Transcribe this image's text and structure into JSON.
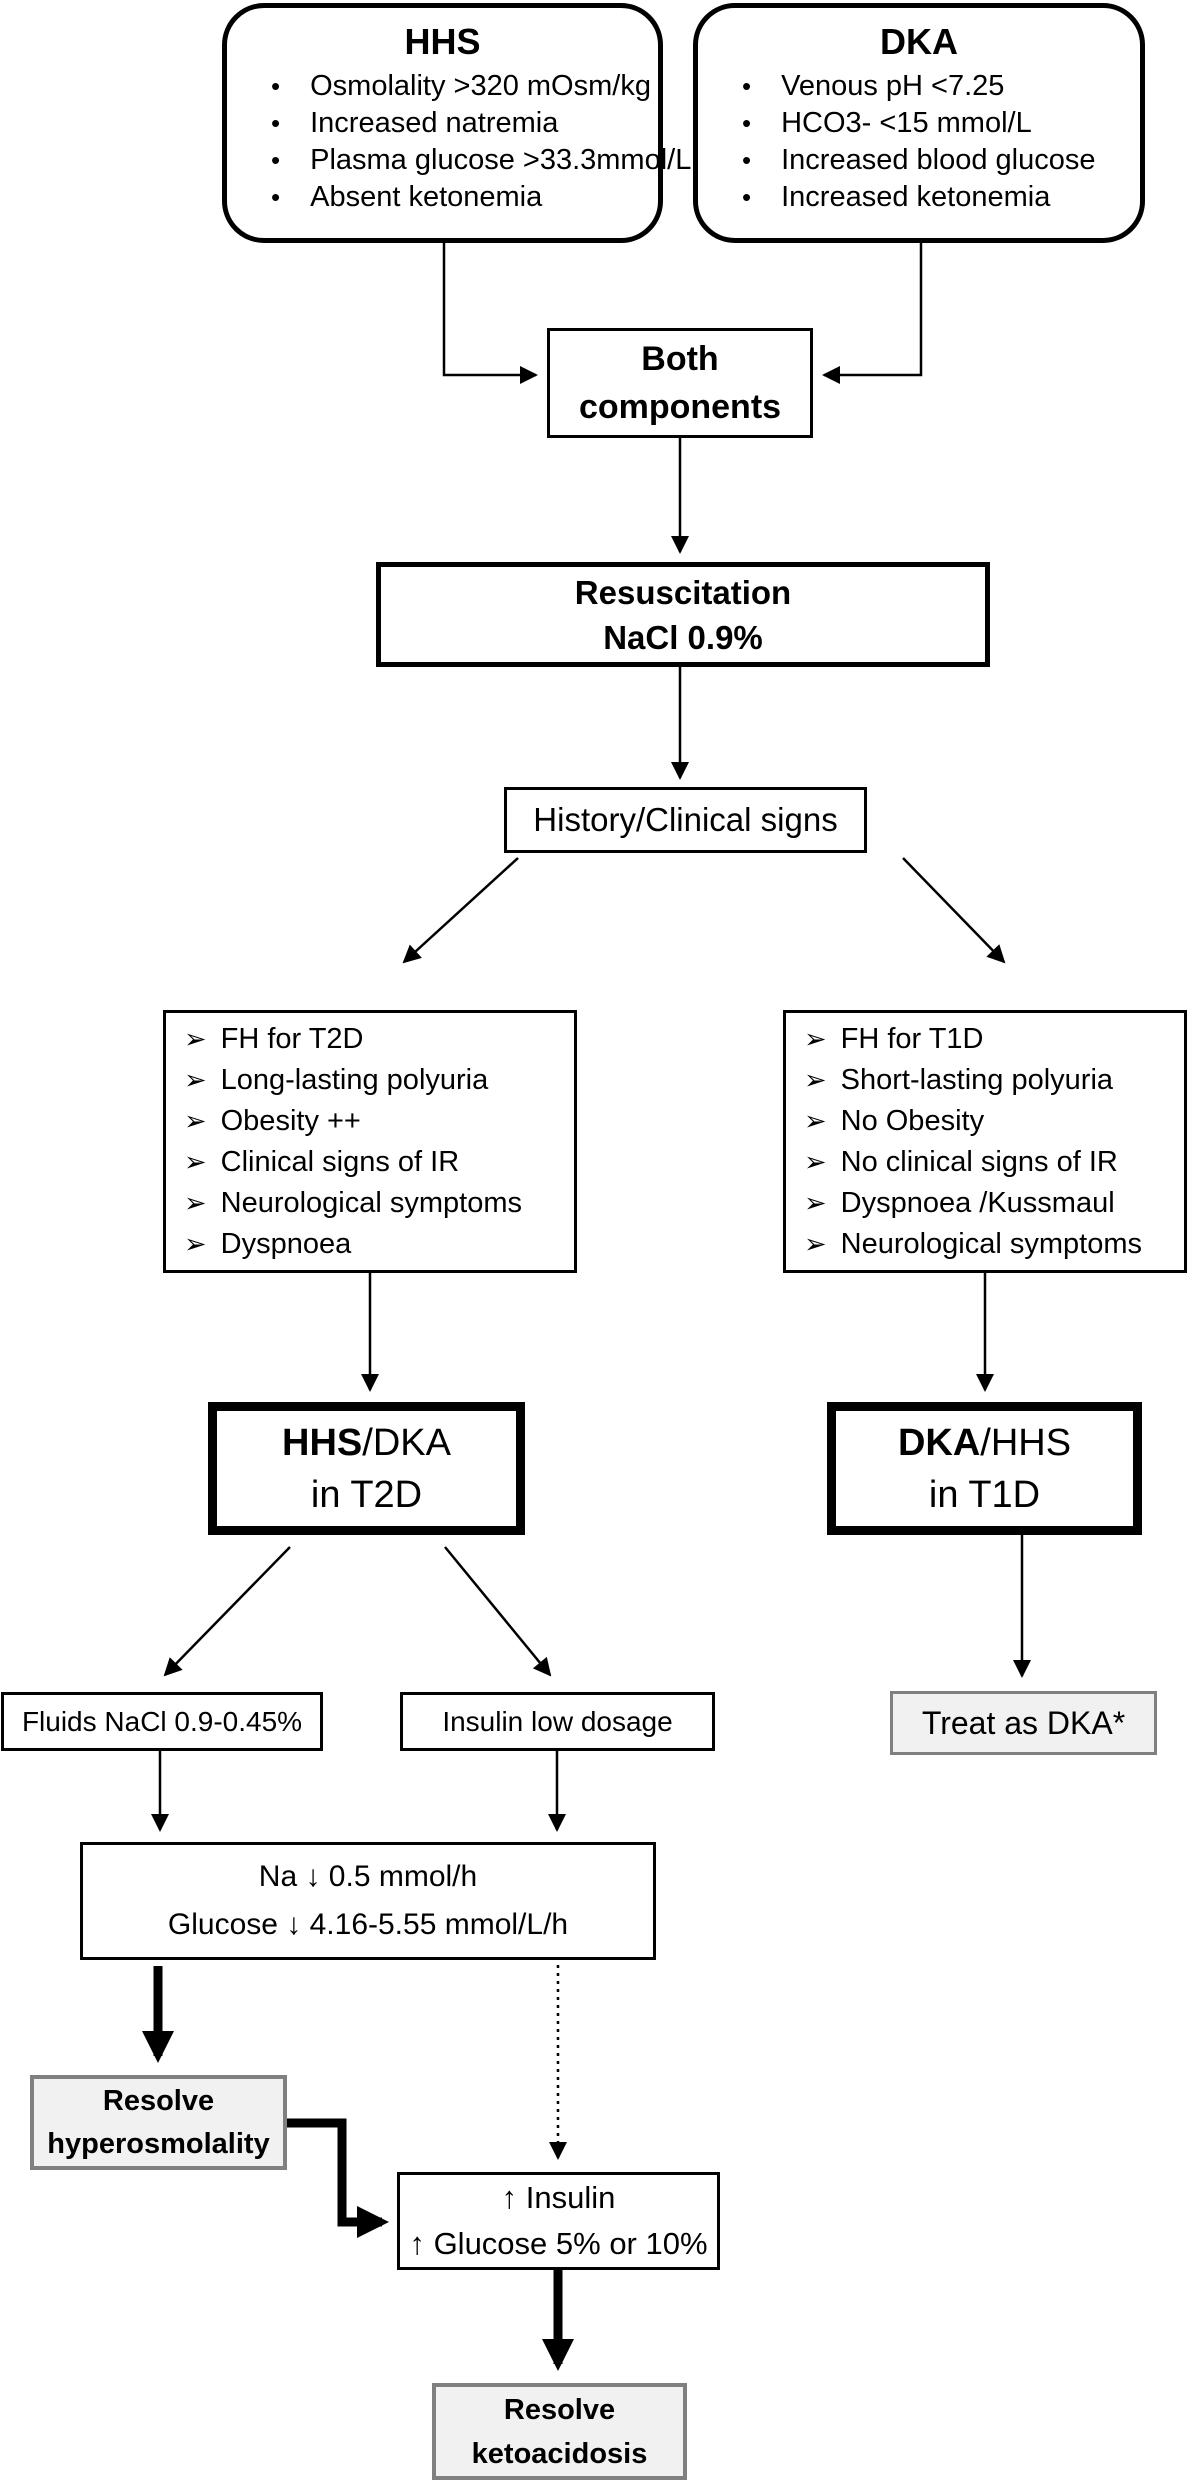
{
  "diagram": {
    "markers": {
      "bullet": "•",
      "chevron": "➢"
    },
    "hhs_criteria": {
      "title": "HHS",
      "items": [
        "Osmolality >320 mOsm/kg",
        "Increased natremia",
        "Plasma glucose >33.3mmol/L",
        "Absent ketonemia"
      ]
    },
    "dka_criteria": {
      "title": "DKA",
      "items": [
        "Venous pH <7.25",
        "HCO3- <15 mmol/L",
        "Increased blood glucose",
        "Increased ketonemia"
      ]
    },
    "both_components": {
      "line1": "Both",
      "line2": "components"
    },
    "resuscitation": {
      "line1": "Resuscitation",
      "line2": "NaCl 0.9%"
    },
    "history": {
      "label": "History/Clinical signs"
    },
    "t2d_signs": {
      "items": [
        "FH for T2D",
        "Long-lasting polyuria",
        "Obesity ++",
        "Clinical signs of IR",
        "Neurological symptoms",
        "Dyspnoea"
      ]
    },
    "t1d_signs": {
      "items": [
        "FH for T1D",
        "Short-lasting polyuria",
        "No Obesity",
        "No clinical signs of IR",
        "Dyspnoea /Kussmaul",
        "Neurological symptoms"
      ]
    },
    "hhs_dka_t2d": {
      "lead": "HHS",
      "trail": "/DKA",
      "line2": "in T2D"
    },
    "dka_hhs_t1d": {
      "lead": "DKA",
      "trail": "/HHS",
      "line2": "in T1D"
    },
    "fluids": {
      "label": "Fluids NaCl 0.9-0.45%"
    },
    "insulin_low": {
      "label": "Insulin low dosage"
    },
    "treat_dka": {
      "label": "Treat as DKA*"
    },
    "na_glucose": {
      "line1": "Na ↓ 0.5 mmol/h",
      "line2": "Glucose ↓ 4.16-5.55 mmol/L/h"
    },
    "resolve_hyper": {
      "line1": "Resolve",
      "line2": "hyperosmolality"
    },
    "insulin_up": {
      "line1": "↑ Insulin",
      "line2": "↑ Glucose 5% or 10%"
    },
    "resolve_keto": {
      "line1": "Resolve",
      "line2": "ketoacidosis"
    },
    "colors": {
      "line": "#000000",
      "box_border": "#000000",
      "gray_fill": "#f1f1f1",
      "gray_border": "#808080",
      "background": "#ffffff"
    }
  }
}
